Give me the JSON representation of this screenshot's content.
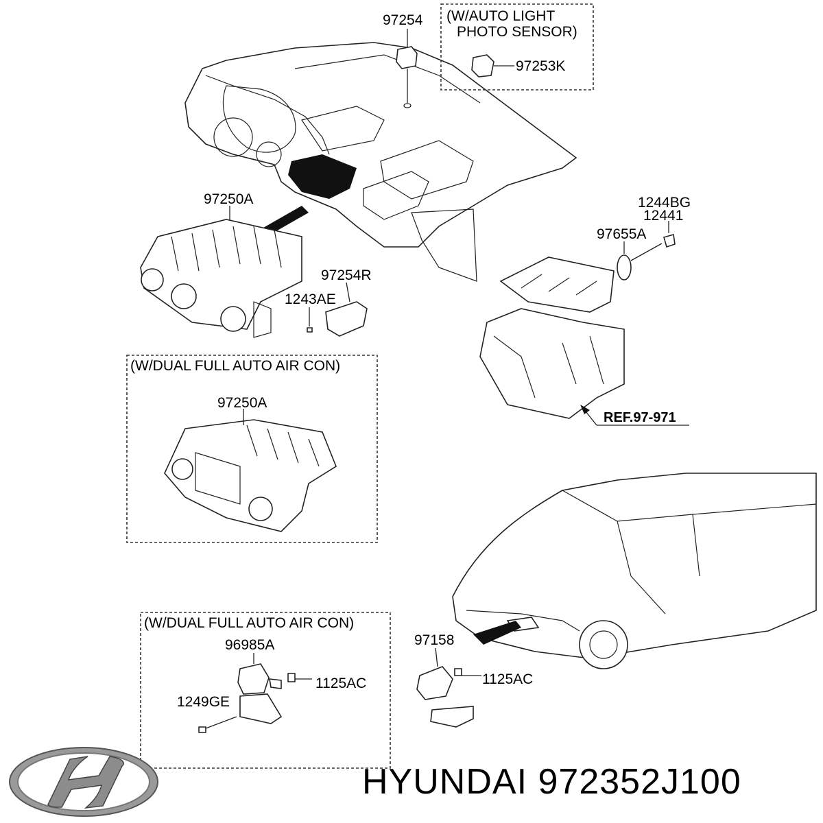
{
  "labels": {
    "p97254": "97254",
    "auto_light_line1": "(W/AUTO LIGHT",
    "auto_light_line2": "PHOTO SENSOR)",
    "p97253K": "97253K",
    "p97250A_top": "97250A",
    "p1244BG": "1244BG",
    "p12441": "12441",
    "p97655A": "97655A",
    "p97254R": "97254R",
    "p1243AE": "1243AE",
    "dual_full_auto_1": "(W/DUAL FULL AUTO AIR CON)",
    "p97250A_box": "97250A",
    "ref": "REF.97-971",
    "dual_full_auto_2": "(W/DUAL FULL AUTO AIR CON)",
    "p96985A": "96985A",
    "p1125AC_left": "1125AC",
    "p1249GE": "1249GE",
    "p97158": "97158",
    "p1125AC_right": "1125AC"
  },
  "footer": {
    "brand": "HYUNDAI",
    "part_number": "972352J100"
  }
}
